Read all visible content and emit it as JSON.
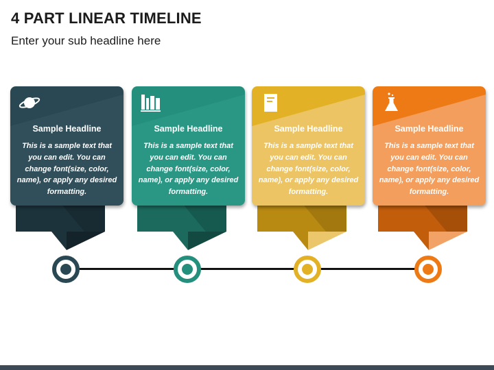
{
  "header": {
    "title": "4 PART LINEAR TIMELINE",
    "subtitle": "Enter your sub headline here"
  },
  "steps": [
    {
      "headline": "Sample Headline",
      "text": "This is a sample text that you can edit. You can change font(size, color, name), or apply any desired formatting.",
      "icon": "planet-icon",
      "color": "#2a4853",
      "light": "#3b5f6b",
      "dark": "#1d333c",
      "darker": "#142329"
    },
    {
      "headline": "Sample Headline",
      "text": "This is a sample text that you can edit. You can change font(size, color, name), or apply any desired formatting.",
      "icon": "books-icon",
      "color": "#258f7e",
      "light": "#35a592",
      "dark": "#1b6a5d",
      "darker": "#124a41"
    },
    {
      "headline": "Sample Headline",
      "text": "This is a sample text that you can edit. You can change font(size, color, name), or apply any desired formatting.",
      "icon": "document-icon",
      "color": "#e3b126",
      "light": "#ecc66a",
      "dark": "#b88a12",
      "darker": "#8f6a0c"
    },
    {
      "headline": "Sample Headline",
      "text": "This is a sample text that you can edit. You can change font(size, color, name), or apply any desired formatting.",
      "icon": "flask-icon",
      "color": "#ee7a16",
      "light": "#f3a265",
      "dark": "#c25d0b",
      "darker": "#8f4407"
    }
  ]
}
